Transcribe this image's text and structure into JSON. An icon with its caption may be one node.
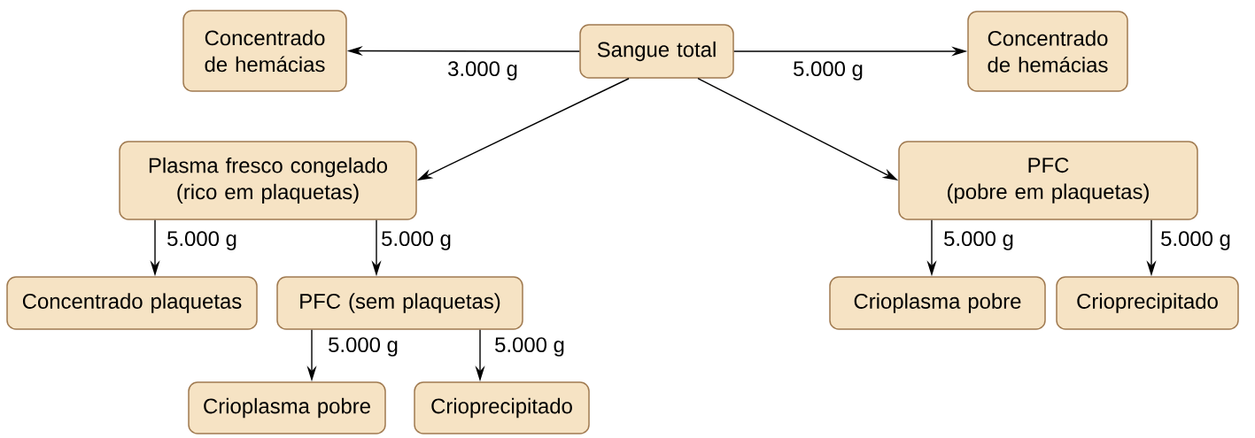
{
  "diagram": {
    "nodes": [
      {
        "text": [
          "Sangue total"
        ]
      },
      {
        "text": [
          "Concentrado de hemácias"
        ]
      },
      {
        "text": [
          "Concentrado de hemácias"
        ]
      },
      {
        "text": [
          "Plasma fresco congelado",
          "(rico em plaquetas)"
        ]
      },
      {
        "text": [
          "PFC",
          "(pobre em plaquetas)"
        ]
      },
      {
        "text": [
          "Concentrado plaquetas"
        ]
      },
      {
        "text": [
          "PFC (sem plaquetas)"
        ]
      },
      {
        "text": [
          "Crioplasma pobre"
        ]
      },
      {
        "text": [
          "Crioprecipitado"
        ]
      },
      {
        "text": [
          "Crioplasma pobre"
        ]
      },
      {
        "text": [
          "Crioprecipitado"
        ]
      }
    ],
    "edges": [
      {
        "from": 0,
        "to": 1,
        "arrow": "to",
        "label": "3.000 g"
      },
      {
        "from": 0,
        "to": 2,
        "arrow": "to",
        "label": "5.000 g"
      },
      {
        "from": 0,
        "to": 3,
        "arrow": "to"
      },
      {
        "from": 0,
        "to": 4,
        "arrow": "to"
      },
      {
        "from": 3,
        "to": 5,
        "arrow": "to",
        "label": "5.000 g"
      },
      {
        "from": 3,
        "to": 6,
        "arrow": "to",
        "label": "5.000 g"
      },
      {
        "from": 4,
        "to": 7,
        "arrow": "to",
        "label": "5.000 g"
      },
      {
        "from": 4,
        "to": 8,
        "arrow": "to",
        "label": "5.000 g"
      },
      {
        "from": 6,
        "to": 9,
        "arrow": "to",
        "label": "5.000 g"
      },
      {
        "from": 6,
        "to": 10,
        "arrow": "to",
        "label": "5.000 g"
      }
    ]
  }
}
